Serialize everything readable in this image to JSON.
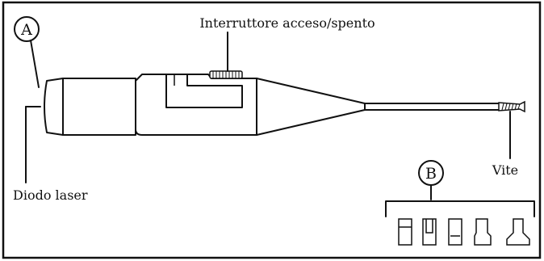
{
  "labels": {
    "switch": "Interruttore acceso/spento",
    "laser_diode": "Diodo laser",
    "screw": "Vite"
  },
  "callouts": {
    "a": "A",
    "b": "B"
  },
  "colors": {
    "ink": "#111111",
    "background": "#ffffff"
  }
}
